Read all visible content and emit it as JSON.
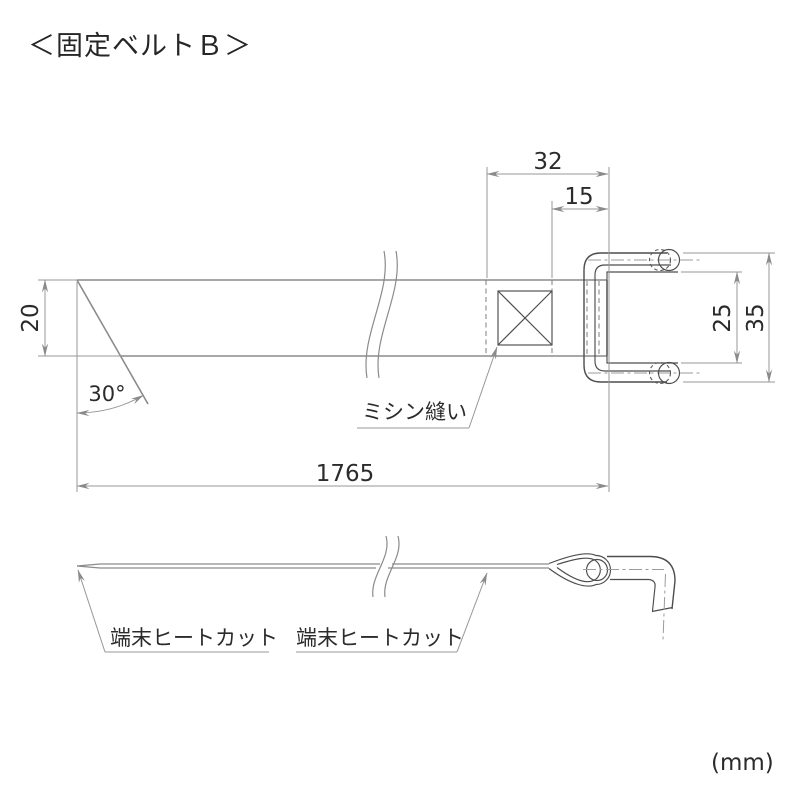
{
  "title": "＜固定ベルトＢ＞",
  "units": "(mm)",
  "drawing": {
    "part_name": "固定ベルトB",
    "top_view": {
      "dims": {
        "fold_to_end": "32",
        "stitch_to_end": "15",
        "belt_width": "20",
        "cut_angle": "30°",
        "belt_length": "1765",
        "buckle_inner": "25",
        "buckle_outer": "35"
      },
      "stitch_label": "ミシン縫い"
    },
    "side_view": {
      "heat_cut_left": "端末ヒートカット",
      "heat_cut_right": "端末ヒートカット"
    },
    "colors": {
      "outline": "#4d4d4d",
      "belt_line": "#8b8b8b",
      "dim_line": "#979797",
      "text": "#2b2b2b",
      "background": "#ffffff"
    }
  }
}
